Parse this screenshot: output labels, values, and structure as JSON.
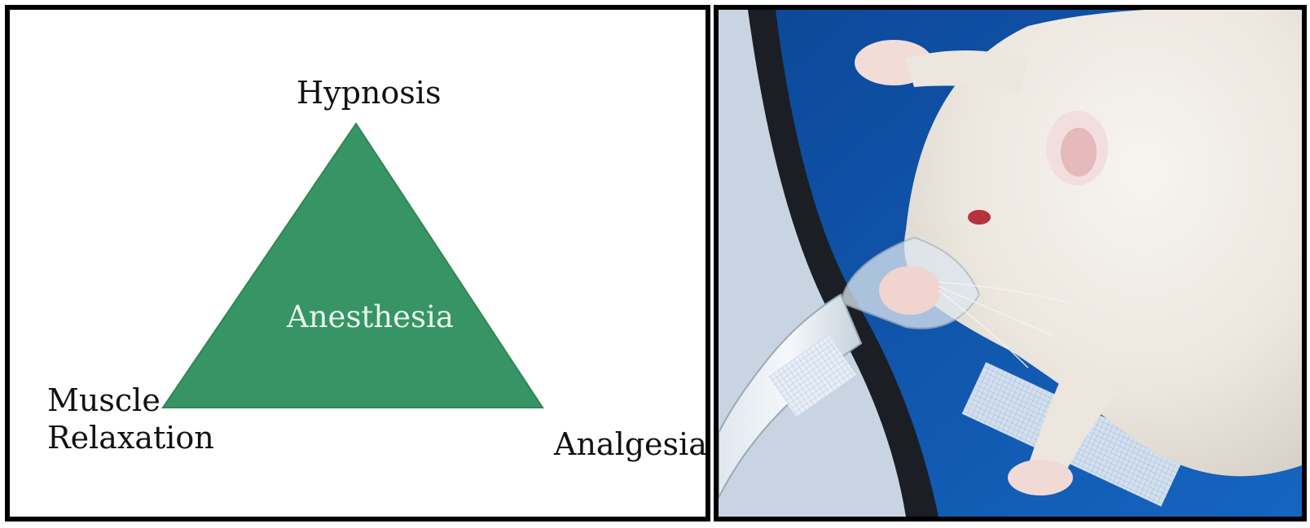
{
  "diagram": {
    "top_label": "Hypnosis",
    "left_label_line1": "Muscle",
    "left_label_line2": "Relaxation",
    "right_label": "Analgesia",
    "center_label": "Anesthesia",
    "triangle_color": "#379565"
  },
  "photo": {
    "subject": "white-rat-under-anesthesia-mask-icon",
    "background_color": "#0e4fa0"
  }
}
